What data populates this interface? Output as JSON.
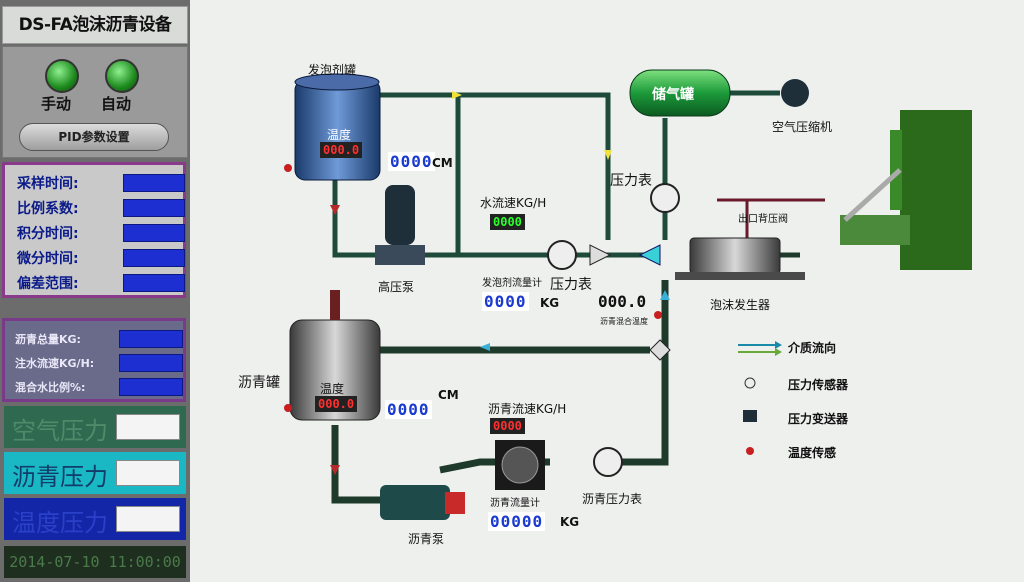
{
  "app_title": "DS-FA泡沫沥青设备",
  "mode": {
    "manual_label": "手动",
    "auto_label": "自动",
    "pid_button_label": "PID参数设置"
  },
  "pid_params": [
    {
      "label": "采样时间:"
    },
    {
      "label": "比例系数:"
    },
    {
      "label": "积分时间:"
    },
    {
      "label": "微分时间:"
    },
    {
      "label": "偏差范围:"
    }
  ],
  "totals": [
    {
      "label": "沥青总量KG:"
    },
    {
      "label": "注水流速KG/H:"
    },
    {
      "label": "混合水比例%:"
    }
  ],
  "pressures": [
    {
      "label": "空气压力",
      "bg": "#2f6a50",
      "color": "#4f8a6a"
    },
    {
      "label": "沥青压力",
      "bg": "#19b8c4",
      "color": "#123c6a"
    },
    {
      "label": "温度压力",
      "bg": "#1426a8",
      "color": "#2a40c8"
    }
  ],
  "clock_text": "2014-07-10  11:00:00",
  "diagram": {
    "foam_tank_label": "发泡剂罐",
    "foam_temp_label": "温度",
    "foam_temp_value": "000.0",
    "foam_level_value": "0000",
    "foam_level_unit": "CM",
    "high_pressure_pump_label": "高压泵",
    "water_flow_label": "水流速KG/H",
    "water_flow_value": "0000",
    "foam_flowmeter_label": "发泡剂流量计",
    "water_gauge_label": "压力表",
    "water_total_value": "0000",
    "water_total_unit": "KG",
    "air_tank_label": "储气罐",
    "compressor_label": "空气压缩机",
    "air_gauge_label": "压力表",
    "outlet_valve_label": "出口背压阀",
    "foam_generator_label": "泡沫发生器",
    "asphalt_temp_display_value": "000.0",
    "asphalt_temp_display_label": "沥青混合温度",
    "asphalt_tank_label": "沥青罐",
    "asphalt_tank_temp_label": "温度",
    "asphalt_tank_temp_value": "000.0",
    "asphalt_level_value": "0000",
    "asphalt_level_unit": "CM",
    "asphalt_flow_label": "沥青流速KG/H",
    "asphalt_flow_value": "0000",
    "asphalt_flowmeter_label": "沥青流量计",
    "asphalt_gauge_label": "沥青压力表",
    "asphalt_pump_label": "沥青泵",
    "asphalt_total_value": "00000",
    "asphalt_total_unit": "KG"
  },
  "legend": [
    {
      "label": "介质流向"
    },
    {
      "label": "压力传感器"
    },
    {
      "label": "压力变送器"
    },
    {
      "label": "温度传感"
    }
  ]
}
